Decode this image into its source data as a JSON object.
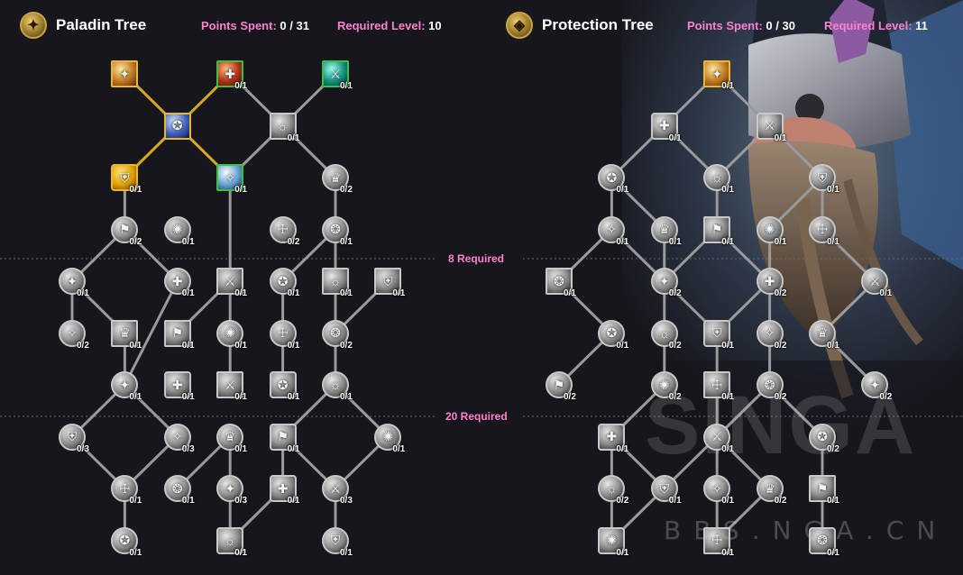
{
  "left_tree": {
    "title": "Paladin Tree",
    "points_label": "Points Spent:",
    "points_value": "0 / 31",
    "level_label": "Required Level:",
    "level_value": "10",
    "icon": "paladin-crest-icon"
  },
  "right_tree": {
    "title": "Protection Tree",
    "points_label": "Points Spent:",
    "points_value": "0 / 30",
    "level_label": "Required Level:",
    "level_value": "11",
    "icon": "protection-shield-icon"
  },
  "gates": [
    {
      "label": "8 Required"
    },
    {
      "label": "20 Required"
    }
  ],
  "watermark": {
    "logo": "SINGA",
    "text": "BBS.NGA.CN"
  },
  "colors": {
    "accent_pink": "#ff7fd0",
    "selected_gold": "#d4aa22",
    "available_green": "#3fbf3f",
    "edge_gray": "#9a9a9a"
  },
  "left_nodes": [
    {
      "id": "L0",
      "col": 1,
      "row": 0,
      "count": "",
      "style": "gold",
      "shape": "square",
      "icon": "holy-light-icon"
    },
    {
      "id": "L1",
      "col": 3,
      "row": 0,
      "count": "0/1",
      "style": "green",
      "shape": "square",
      "icon": "blessing-of-sanctuary-icon"
    },
    {
      "id": "L2",
      "col": 5,
      "row": 0,
      "count": "0/1",
      "style": "green2",
      "shape": "square",
      "icon": "hammer-of-wrath-icon"
    },
    {
      "id": "L3",
      "col": 2,
      "row": 1,
      "count": "",
      "style": "blue",
      "shape": "square",
      "icon": "divine-shield-icon"
    },
    {
      "id": "L4",
      "col": 4,
      "row": 1,
      "count": "0/1",
      "style": "inactive",
      "shape": "square",
      "icon": "lay-on-hands-icon"
    },
    {
      "id": "L5",
      "col": 1,
      "row": 2,
      "count": "0/1",
      "style": "gold2",
      "shape": "diamond",
      "icon": "blessing-of-freedom-icon"
    },
    {
      "id": "L6",
      "col": 3,
      "row": 2,
      "count": "0/1",
      "style": "green3",
      "shape": "square",
      "icon": "hammer-of-justice-icon"
    },
    {
      "id": "L7",
      "col": 5,
      "row": 2,
      "count": "0/2",
      "style": "inactive",
      "shape": "round",
      "icon": "crusader-strike-icon"
    },
    {
      "id": "L8",
      "col": 1,
      "row": 3,
      "count": "0/2",
      "style": "inactive",
      "shape": "round",
      "icon": "seal-icon"
    },
    {
      "id": "L9",
      "col": 2,
      "row": 3,
      "count": "0/1",
      "style": "inactive",
      "shape": "round",
      "icon": "steed-icon"
    },
    {
      "id": "L10",
      "col": 4,
      "row": 3,
      "count": "0/2",
      "style": "inactive",
      "shape": "round",
      "icon": "aura-icon"
    },
    {
      "id": "L11",
      "col": 5,
      "row": 3,
      "count": "0/1",
      "style": "inactive",
      "shape": "round",
      "icon": "sword-icon"
    },
    {
      "id": "L12",
      "col": 0,
      "row": 4,
      "count": "0/1",
      "style": "inactive",
      "shape": "round",
      "icon": "holy-shock-icon"
    },
    {
      "id": "L13",
      "col": 2,
      "row": 4,
      "count": "0/1",
      "style": "inactive",
      "shape": "round",
      "icon": "radiance-icon"
    },
    {
      "id": "L14",
      "col": 3,
      "row": 4,
      "count": "0/1",
      "style": "inactive",
      "shape": "square",
      "icon": "cleanse-icon"
    },
    {
      "id": "L15",
      "col": 4,
      "row": 4,
      "count": "0/1",
      "style": "inactive",
      "shape": "round",
      "icon": "avenging-icon"
    },
    {
      "id": "L16",
      "col": 5,
      "row": 4,
      "count": "0/1",
      "style": "inactive",
      "shape": "square",
      "icon": "gauntlet-icon"
    },
    {
      "id": "L17",
      "col": 6,
      "row": 4,
      "count": "0/1",
      "style": "inactive",
      "shape": "square",
      "icon": "fist-icon"
    },
    {
      "id": "L18",
      "col": 0,
      "row": 5,
      "count": "0/2",
      "style": "inactive",
      "shape": "round",
      "icon": "wings-icon"
    },
    {
      "id": "L19",
      "col": 1,
      "row": 5,
      "count": "0/1",
      "style": "inactive",
      "shape": "square",
      "icon": "beam-icon"
    },
    {
      "id": "L20",
      "col": 2,
      "row": 5,
      "count": "0/1",
      "style": "inactive",
      "shape": "square",
      "icon": "flame-icon"
    },
    {
      "id": "L21",
      "col": 3,
      "row": 5,
      "count": "0/1",
      "style": "inactive",
      "shape": "round",
      "icon": "strike-icon"
    },
    {
      "id": "L22",
      "col": 4,
      "row": 5,
      "count": "0/1",
      "style": "inactive",
      "shape": "round",
      "icon": "judgment-icon"
    },
    {
      "id": "L23",
      "col": 5,
      "row": 5,
      "count": "0/2",
      "style": "inactive",
      "shape": "round",
      "icon": "wing-icon"
    },
    {
      "id": "L24",
      "col": 1,
      "row": 6,
      "count": "0/1",
      "style": "inactive",
      "shape": "round",
      "icon": "burst-icon"
    },
    {
      "id": "L25",
      "col": 2,
      "row": 6,
      "count": "0/1",
      "style": "inactive",
      "shape": "diamond",
      "icon": "rune-icon"
    },
    {
      "id": "L26",
      "col": 3,
      "row": 6,
      "count": "0/1",
      "style": "inactive",
      "shape": "square",
      "icon": "statue-icon"
    },
    {
      "id": "L27",
      "col": 4,
      "row": 6,
      "count": "0/1",
      "style": "inactive",
      "shape": "diamond",
      "icon": "blade-icon"
    },
    {
      "id": "L28",
      "col": 5,
      "row": 6,
      "count": "0/1",
      "style": "inactive",
      "shape": "round",
      "icon": "charge-icon"
    },
    {
      "id": "L29",
      "col": 0,
      "row": 7,
      "count": "0/3",
      "style": "inactive",
      "shape": "round",
      "icon": "star-icon"
    },
    {
      "id": "L30",
      "col": 2,
      "row": 7,
      "count": "0/3",
      "style": "inactive",
      "shape": "round",
      "icon": "figure-icon"
    },
    {
      "id": "L31",
      "col": 3,
      "row": 7,
      "count": "0/1",
      "style": "inactive",
      "shape": "round",
      "icon": "crusade-icon"
    },
    {
      "id": "L32",
      "col": 4,
      "row": 7,
      "count": "0/1",
      "style": "inactive",
      "shape": "diamond",
      "icon": "helm-icon"
    },
    {
      "id": "L33",
      "col": 6,
      "row": 7,
      "count": "0/1",
      "style": "inactive",
      "shape": "round",
      "icon": "peak-icon"
    },
    {
      "id": "L34",
      "col": 1,
      "row": 8,
      "count": "0/1",
      "style": "inactive",
      "shape": "round",
      "icon": "hand-icon"
    },
    {
      "id": "L35",
      "col": 2,
      "row": 8,
      "count": "0/1",
      "style": "inactive",
      "shape": "round",
      "icon": "guardian-icon"
    },
    {
      "id": "L36",
      "col": 3,
      "row": 8,
      "count": "0/3",
      "style": "inactive",
      "shape": "round",
      "icon": "glove-icon"
    },
    {
      "id": "L37",
      "col": 4,
      "row": 8,
      "count": "0/1",
      "style": "inactive",
      "shape": "diamond",
      "icon": "hammer-icon"
    },
    {
      "id": "L38",
      "col": 5,
      "row": 8,
      "count": "0/3",
      "style": "inactive",
      "shape": "round",
      "icon": "light-icon"
    },
    {
      "id": "L39",
      "col": 1,
      "row": 9,
      "count": "0/1",
      "style": "inactive",
      "shape": "round",
      "icon": "ankh-icon"
    },
    {
      "id": "L40",
      "col": 3,
      "row": 9,
      "count": "0/1",
      "style": "inactive",
      "shape": "diamond",
      "icon": "chalice-icon"
    },
    {
      "id": "L41",
      "col": 5,
      "row": 9,
      "count": "0/1",
      "style": "inactive",
      "shape": "round",
      "icon": "orb-icon"
    }
  ],
  "left_edges": [
    [
      "L0",
      "L3"
    ],
    [
      "L1",
      "L3"
    ],
    [
      "L3",
      "L5"
    ],
    [
      "L3",
      "L6"
    ],
    [
      "L1",
      "L4"
    ],
    [
      "L2",
      "L4"
    ],
    [
      "L4",
      "L6"
    ],
    [
      "L4",
      "L7"
    ],
    [
      "L5",
      "L8"
    ],
    [
      "L6",
      "L21"
    ],
    [
      "L7",
      "L11"
    ],
    [
      "L8",
      "L12"
    ],
    [
      "L8",
      "L13"
    ],
    [
      "L11",
      "L15"
    ],
    [
      "L11",
      "L16"
    ],
    [
      "L11",
      "L23"
    ],
    [
      "L12",
      "L18"
    ],
    [
      "L12",
      "L19"
    ],
    [
      "L13",
      "L24"
    ],
    [
      "L14",
      "L20"
    ],
    [
      "L15",
      "L22"
    ],
    [
      "L16",
      "L23"
    ],
    [
      "L17",
      "L23"
    ],
    [
      "L19",
      "L24"
    ],
    [
      "L21",
      "L26"
    ],
    [
      "L22",
      "L27"
    ],
    [
      "L23",
      "L28"
    ],
    [
      "L24",
      "L29"
    ],
    [
      "L24",
      "L30"
    ],
    [
      "L28",
      "L33"
    ],
    [
      "L28",
      "L32"
    ],
    [
      "L29",
      "L34"
    ],
    [
      "L30",
      "L34"
    ],
    [
      "L31",
      "L35"
    ],
    [
      "L31",
      "L36"
    ],
    [
      "L32",
      "L37"
    ],
    [
      "L32",
      "L38"
    ],
    [
      "L33",
      "L38"
    ],
    [
      "L34",
      "L39"
    ],
    [
      "L36",
      "L40"
    ],
    [
      "L37",
      "L40"
    ],
    [
      "L38",
      "L41"
    ]
  ],
  "right_nodes": [
    {
      "id": "R0",
      "col": 3,
      "row": 0,
      "count": "0/1",
      "style": "gold",
      "shape": "square",
      "icon": "shield-icon"
    },
    {
      "id": "R1",
      "col": 2,
      "row": 1,
      "count": "0/1",
      "style": "inactive",
      "shape": "diamond",
      "icon": "guard-icon"
    },
    {
      "id": "R2",
      "col": 4,
      "row": 1,
      "count": "0/1",
      "style": "inactive",
      "shape": "diamond",
      "icon": "bulwark-icon"
    },
    {
      "id": "R3",
      "col": 1,
      "row": 2,
      "count": "0/1",
      "style": "inactive",
      "shape": "round",
      "icon": "holy-shield-icon"
    },
    {
      "id": "R4",
      "col": 3,
      "row": 2,
      "count": "0/1",
      "style": "inactive",
      "shape": "round",
      "icon": "block-icon"
    },
    {
      "id": "R5",
      "col": 5,
      "row": 2,
      "count": "0/1",
      "style": "inactive",
      "shape": "round",
      "icon": "consecrate-icon"
    },
    {
      "id": "R6",
      "col": 1,
      "row": 3,
      "count": "0/1",
      "style": "inactive",
      "shape": "round",
      "icon": "avenger-icon"
    },
    {
      "id": "R7",
      "col": 2,
      "row": 3,
      "count": "0/1",
      "style": "inactive",
      "shape": "round",
      "icon": "armor-icon"
    },
    {
      "id": "R8",
      "col": 3,
      "row": 3,
      "count": "0/1",
      "style": "inactive",
      "shape": "square",
      "icon": "sentinel-icon"
    },
    {
      "id": "R9",
      "col": 4,
      "row": 3,
      "count": "0/1",
      "style": "inactive",
      "shape": "round",
      "icon": "ward-icon"
    },
    {
      "id": "R10",
      "col": 5,
      "row": 3,
      "count": "0/1",
      "style": "inactive",
      "shape": "round",
      "icon": "barrier-icon"
    },
    {
      "id": "R11",
      "col": 0,
      "row": 4,
      "count": "0/1",
      "style": "inactive",
      "shape": "square",
      "icon": "tower-icon"
    },
    {
      "id": "R12",
      "col": 2,
      "row": 4,
      "count": "0/2",
      "style": "inactive",
      "shape": "round",
      "icon": "sanctum-icon"
    },
    {
      "id": "R13",
      "col": 4,
      "row": 4,
      "count": "0/2",
      "style": "inactive",
      "shape": "round",
      "icon": "ardent-icon"
    },
    {
      "id": "R14",
      "col": 6,
      "row": 4,
      "count": "0/1",
      "style": "inactive",
      "shape": "round",
      "icon": "crest-icon"
    },
    {
      "id": "R15",
      "col": 1,
      "row": 5,
      "count": "0/1",
      "style": "inactive",
      "shape": "round",
      "icon": "grasp-icon"
    },
    {
      "id": "R16",
      "col": 2,
      "row": 5,
      "count": "0/2",
      "style": "inactive",
      "shape": "round",
      "icon": "helmet-icon"
    },
    {
      "id": "R17",
      "col": 3,
      "row": 5,
      "count": "0/1",
      "style": "inactive",
      "shape": "diamond",
      "icon": "vanguard-icon"
    },
    {
      "id": "R18",
      "col": 4,
      "row": 5,
      "count": "0/2",
      "style": "inactive",
      "shape": "round",
      "icon": "sword-shield-icon"
    },
    {
      "id": "R19",
      "col": 5,
      "row": 5,
      "count": "0/1",
      "style": "inactive",
      "shape": "round",
      "icon": "eye-icon"
    },
    {
      "id": "R20",
      "col": 0,
      "row": 6,
      "count": "0/2",
      "style": "inactive",
      "shape": "round",
      "icon": "fist-shield-icon"
    },
    {
      "id": "R21",
      "col": 2,
      "row": 6,
      "count": "0/2",
      "style": "inactive",
      "shape": "round",
      "icon": "bless-icon"
    },
    {
      "id": "R22",
      "col": 3,
      "row": 6,
      "count": "0/1",
      "style": "inactive",
      "shape": "square",
      "icon": "knight-icon"
    },
    {
      "id": "R23",
      "col": 4,
      "row": 6,
      "count": "0/2",
      "style": "inactive",
      "shape": "round",
      "icon": "spire-icon"
    },
    {
      "id": "R24",
      "col": 6,
      "row": 6,
      "count": "0/2",
      "style": "inactive",
      "shape": "round",
      "icon": "grip-icon"
    },
    {
      "id": "R25",
      "col": 1,
      "row": 7,
      "count": "0/1",
      "style": "inactive",
      "shape": "diamond",
      "icon": "hammer-strike-icon"
    },
    {
      "id": "R26",
      "col": 3,
      "row": 7,
      "count": "0/1",
      "style": "inactive",
      "shape": "round",
      "icon": "inspire-icon"
    },
    {
      "id": "R27",
      "col": 5,
      "row": 7,
      "count": "0/2",
      "style": "inactive",
      "shape": "round",
      "icon": "rebuke-icon"
    },
    {
      "id": "R28",
      "col": 1,
      "row": 8,
      "count": "0/2",
      "style": "inactive",
      "shape": "round",
      "icon": "defender-icon"
    },
    {
      "id": "R29",
      "col": 2,
      "row": 8,
      "count": "0/1",
      "style": "inactive",
      "shape": "round",
      "icon": "moon-icon"
    },
    {
      "id": "R30",
      "col": 3,
      "row": 8,
      "count": "0/1",
      "style": "inactive",
      "shape": "round",
      "icon": "veil-icon"
    },
    {
      "id": "R31",
      "col": 4,
      "row": 8,
      "count": "0/2",
      "style": "inactive",
      "shape": "round",
      "icon": "lance-icon"
    },
    {
      "id": "R32",
      "col": 5,
      "row": 8,
      "count": "0/1",
      "style": "inactive",
      "shape": "square",
      "icon": "eagle-icon"
    },
    {
      "id": "R33",
      "col": 1,
      "row": 9,
      "count": "0/1",
      "style": "inactive",
      "shape": "diamond",
      "icon": "seal-shield-icon"
    },
    {
      "id": "R34",
      "col": 3,
      "row": 9,
      "count": "0/1",
      "style": "inactive",
      "shape": "square",
      "icon": "gauntlet-shield-icon"
    },
    {
      "id": "R35",
      "col": 5,
      "row": 9,
      "count": "0/1",
      "style": "inactive",
      "shape": "diamond",
      "icon": "resolve-icon"
    }
  ],
  "right_edges": [
    [
      "R0",
      "R1"
    ],
    [
      "R0",
      "R2"
    ],
    [
      "R1",
      "R3"
    ],
    [
      "R1",
      "R4"
    ],
    [
      "R2",
      "R4"
    ],
    [
      "R2",
      "R5"
    ],
    [
      "R3",
      "R6"
    ],
    [
      "R3",
      "R7"
    ],
    [
      "R4",
      "R8"
    ],
    [
      "R5",
      "R9"
    ],
    [
      "R5",
      "R10"
    ],
    [
      "R6",
      "R11"
    ],
    [
      "R6",
      "R12"
    ],
    [
      "R7",
      "R12"
    ],
    [
      "R8",
      "R12"
    ],
    [
      "R8",
      "R13"
    ],
    [
      "R9",
      "R13"
    ],
    [
      "R10",
      "R14"
    ],
    [
      "R12",
      "R16"
    ],
    [
      "R12",
      "R17"
    ],
    [
      "R13",
      "R17"
    ],
    [
      "R13",
      "R18"
    ],
    [
      "R11",
      "R15"
    ],
    [
      "R14",
      "R19"
    ],
    [
      "R15",
      "R20"
    ],
    [
      "R16",
      "R21"
    ],
    [
      "R17",
      "R22"
    ],
    [
      "R18",
      "R23"
    ],
    [
      "R19",
      "R24"
    ],
    [
      "R21",
      "R25"
    ],
    [
      "R22",
      "R26"
    ],
    [
      "R23",
      "R26"
    ],
    [
      "R23",
      "R27"
    ],
    [
      "R25",
      "R28"
    ],
    [
      "R25",
      "R29"
    ],
    [
      "R26",
      "R29"
    ],
    [
      "R26",
      "R30"
    ],
    [
      "R26",
      "R31"
    ],
    [
      "R27",
      "R32"
    ],
    [
      "R28",
      "R33"
    ],
    [
      "R29",
      "R33"
    ],
    [
      "R30",
      "R34"
    ],
    [
      "R31",
      "R34"
    ],
    [
      "R32",
      "R35"
    ]
  ]
}
